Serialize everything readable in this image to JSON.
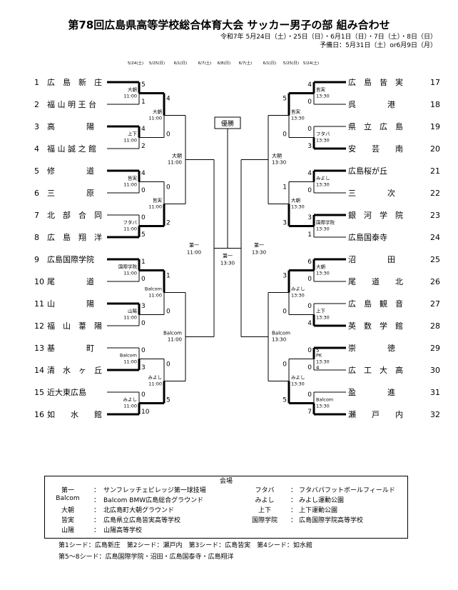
{
  "title": "第78回広島県高等学校総合体育大会 サッカー男子の部 組み合わせ",
  "dates": {
    "schedule": "令和7年 5月24日（土）・25日（日）・6月1日（日）・7日（土）・8日（日）",
    "reserve": "予備日：5月31日（土）or6月9日（月）"
  },
  "round_dates_left": [
    "5/24(土)",
    "5/25(日)",
    "6/1(日)",
    "6/7(土)",
    "6/8(日)"
  ],
  "round_dates_right": [
    "6/7(土)",
    "6/1(日)",
    "5/25(日)",
    "5/24(土)"
  ],
  "final_label": "優勝",
  "left_teams": [
    {
      "no": "1",
      "name": "広　島　新　庄"
    },
    {
      "no": "2",
      "name": "福 山 明 王 台"
    },
    {
      "no": "3",
      "name": "高　　　　陽"
    },
    {
      "no": "4",
      "name": "福 山 誠 之 館"
    },
    {
      "no": "5",
      "name": "修　　　　道"
    },
    {
      "no": "6",
      "name": "三　　　　原"
    },
    {
      "no": "7",
      "name": "北　部　合　同"
    },
    {
      "no": "8",
      "name": "広　島　翔　洋"
    },
    {
      "no": "9",
      "name": "広島国際学院"
    },
    {
      "no": "10",
      "name": "尾　　　　道"
    },
    {
      "no": "11",
      "name": "山　　　　陽"
    },
    {
      "no": "12",
      "name": "福　山　葦　陽"
    },
    {
      "no": "13",
      "name": "基　　　　町"
    },
    {
      "no": "14",
      "name": "清　水　ヶ　丘"
    },
    {
      "no": "15",
      "name": "近大東広島"
    },
    {
      "no": "16",
      "name": "如　　水　　館"
    }
  ],
  "right_teams": [
    {
      "no": "17",
      "name": "広　島　皆　実"
    },
    {
      "no": "18",
      "name": "呉　　　　港"
    },
    {
      "no": "19",
      "name": "県　立　広　島"
    },
    {
      "no": "20",
      "name": "安　　芸　　南"
    },
    {
      "no": "21",
      "name": "広島桜が丘"
    },
    {
      "no": "22",
      "name": "三　　　　次"
    },
    {
      "no": "23",
      "name": "銀　河　学　院"
    },
    {
      "no": "24",
      "name": "広島国泰寺"
    },
    {
      "no": "25",
      "name": "沼　　　　田"
    },
    {
      "no": "26",
      "name": "尾　　道　　北"
    },
    {
      "no": "27",
      "name": "広　島　観　音"
    },
    {
      "no": "28",
      "name": "英　数　学　館"
    },
    {
      "no": "29",
      "name": "崇　　　　徳"
    },
    {
      "no": "30",
      "name": "広　工　大　高"
    },
    {
      "no": "31",
      "name": "盈　　　　進"
    },
    {
      "no": "32",
      "name": "瀬　　戸　　内"
    }
  ],
  "left_r1": [
    {
      "venue": "大朝",
      "time": "11:00",
      "s_top": "5",
      "s_bot": "1"
    },
    {
      "venue": "上下",
      "time": "11:00",
      "s_top": "4",
      "s_bot": "2"
    },
    {
      "venue": "皆実",
      "time": "11:00",
      "s_top": "4",
      "s_bot": "0"
    },
    {
      "venue": "フタバ",
      "time": "11:00",
      "s_top": "0",
      "s_bot": "5"
    },
    {
      "venue": "国際学院",
      "time": "11:00",
      "s_top": "1",
      "s_bot": "0"
    },
    {
      "venue": "山陽",
      "time": "11:00",
      "s_top": "3",
      "s_bot": "0"
    },
    {
      "venue": "Balcom",
      "time": "11:00",
      "s_top": "0",
      "s_bot": "3"
    },
    {
      "venue": "みよし",
      "time": "11:00",
      "s_top": "0",
      "s_bot": "10"
    }
  ],
  "left_r2": [
    {
      "venue": "大朝",
      "time": "11:00",
      "s_top": "4",
      "s_bot": "0"
    },
    {
      "venue": "皆実",
      "time": "11:00",
      "s_top": "0",
      "s_bot": "2"
    },
    {
      "venue": "Balcom",
      "time": "11:00",
      "s_top": "1",
      "s_bot": "0"
    },
    {
      "venue": "みよし",
      "time": "11:00",
      "s_top": "0",
      "s_bot": "5"
    }
  ],
  "left_r3": [
    {
      "venue": "大朝",
      "time": "11:00"
    },
    {
      "venue": "Balcom",
      "time": "11:00"
    }
  ],
  "left_r4": {
    "venue": "第一",
    "time": "11:00"
  },
  "right_r1": [
    {
      "venue": "皆実",
      "time": "13:30",
      "s_top": "4",
      "s_bot": "0"
    },
    {
      "venue": "フタバ",
      "time": "13:30",
      "s_top": "0",
      "s_bot": "3"
    },
    {
      "venue": "みよし",
      "time": "13:30",
      "s_top": "4",
      "s_bot": "0"
    },
    {
      "venue": "国際学院",
      "time": "13:30",
      "s_top": "3",
      "s_bot": "1"
    },
    {
      "venue": "大朝",
      "time": "13:30",
      "s_top": "6",
      "s_bot": "0"
    },
    {
      "venue": "上下",
      "time": "13:30",
      "s_top": "0",
      "s_bot": "4"
    },
    {
      "venue": "PK",
      "time": "13:30",
      "s_top": "0",
      "s_bot": "0",
      "pk_top": "5",
      "pk_bot": "4"
    },
    {
      "venue": "Balcom",
      "time": "13:30",
      "s_top": "0",
      "s_bot": "7"
    }
  ],
  "right_r2": [
    {
      "venue": "皆実",
      "time": "13:30",
      "s_top": "5",
      "s_bot": "0"
    },
    {
      "venue": "大朝",
      "time": "13:30",
      "s_top": "1",
      "s_bot": "3"
    },
    {
      "venue": "みよし",
      "time": "13:30",
      "s_top": "3",
      "s_bot": "0"
    },
    {
      "venue": "みよし",
      "time": "13:30",
      "s_top": "0",
      "s_bot": "5"
    }
  ],
  "right_r3": [
    {
      "venue": "大朝",
      "time": "13:30"
    },
    {
      "venue": "Balcom",
      "time": "13:30"
    }
  ],
  "right_r4": {
    "venue": "第一",
    "time": "13:30"
  },
  "final_match": {
    "venue": "第一",
    "time": "13:30"
  },
  "venues_title": "会場",
  "venues": [
    {
      "abbr": "第一",
      "name": "サンフレッチェビレッジ第一球技場",
      "abbr2": "フタバ",
      "name2": "フタバパフットボールフィールド"
    },
    {
      "abbr": "Balcom",
      "name": "Balcom BMW広島総合グラウンド",
      "abbr2": "みよし",
      "name2": "みよし運動公園"
    },
    {
      "abbr": "大朝",
      "name": "北広島町大朝グラウンド",
      "abbr2": "上下",
      "name2": "上下運動公園"
    },
    {
      "abbr": "皆実",
      "name": "広島県立広島皆実高等学校",
      "abbr2": "国際学院",
      "name2": "広島国際学院高等学校"
    },
    {
      "abbr": "山陽",
      "name": "山陽高等学校",
      "abbr2": "",
      "name2": ""
    }
  ],
  "seeds_line1": "第1シード：広島新庄　第2シード：瀬戸内　第3シード：広島皆実　第4シード：如水館",
  "seeds_line2": "第5～8シード：広島国際学院・沼田・広島国泰寺・広島翔洋"
}
